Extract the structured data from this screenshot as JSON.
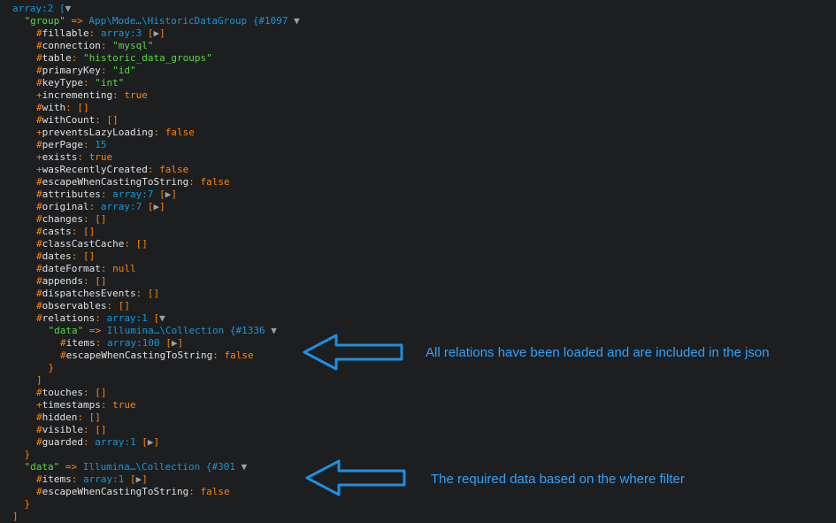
{
  "lines": [
    {
      "i": 0,
      "t": [
        [
          "n",
          "array:2 ["
        ],
        [
          "g",
          "▼"
        ]
      ]
    },
    {
      "i": 1,
      "t": [
        [
          "s",
          "\"group\""
        ],
        [
          "p",
          " => "
        ],
        [
          "t",
          "App\\Mode…\\HistoricDataGroup "
        ],
        [
          "n",
          "{#1097 "
        ],
        [
          "g",
          "▼"
        ]
      ]
    },
    {
      "i": 2,
      "t": [
        [
          "p",
          "#"
        ],
        [
          "k",
          "fillable"
        ],
        [
          "p",
          ": "
        ],
        [
          "n",
          "array:3 "
        ],
        [
          "p",
          "["
        ],
        [
          "g",
          "▶"
        ],
        [
          "p",
          "]"
        ]
      ]
    },
    {
      "i": 2,
      "t": [
        [
          "p",
          "#"
        ],
        [
          "k",
          "connection"
        ],
        [
          "p",
          ": "
        ],
        [
          "s",
          "\"mysql\""
        ]
      ]
    },
    {
      "i": 2,
      "t": [
        [
          "p",
          "#"
        ],
        [
          "k",
          "table"
        ],
        [
          "p",
          ": "
        ],
        [
          "s",
          "\"historic_data_groups\""
        ]
      ]
    },
    {
      "i": 2,
      "t": [
        [
          "p",
          "#"
        ],
        [
          "k",
          "primaryKey"
        ],
        [
          "p",
          ": "
        ],
        [
          "s",
          "\"id\""
        ]
      ]
    },
    {
      "i": 2,
      "t": [
        [
          "p",
          "#"
        ],
        [
          "k",
          "keyType"
        ],
        [
          "p",
          ": "
        ],
        [
          "s",
          "\"int\""
        ]
      ]
    },
    {
      "i": 2,
      "t": [
        [
          "p",
          "+"
        ],
        [
          "k",
          "incrementing"
        ],
        [
          "p",
          ": "
        ],
        [
          "b",
          "true"
        ]
      ]
    },
    {
      "i": 2,
      "t": [
        [
          "p",
          "#"
        ],
        [
          "k",
          "with"
        ],
        [
          "p",
          ": []"
        ]
      ]
    },
    {
      "i": 2,
      "t": [
        [
          "p",
          "#"
        ],
        [
          "k",
          "withCount"
        ],
        [
          "p",
          ": []"
        ]
      ]
    },
    {
      "i": 2,
      "t": [
        [
          "p",
          "+"
        ],
        [
          "k",
          "preventsLazyLoading"
        ],
        [
          "p",
          ": "
        ],
        [
          "b",
          "false"
        ]
      ]
    },
    {
      "i": 2,
      "t": [
        [
          "p",
          "#"
        ],
        [
          "k",
          "perPage"
        ],
        [
          "p",
          ": "
        ],
        [
          "n",
          "15"
        ]
      ]
    },
    {
      "i": 2,
      "t": [
        [
          "p",
          "+"
        ],
        [
          "k",
          "exists"
        ],
        [
          "p",
          ": "
        ],
        [
          "b",
          "true"
        ]
      ]
    },
    {
      "i": 2,
      "t": [
        [
          "p",
          "+"
        ],
        [
          "k",
          "wasRecentlyCreated"
        ],
        [
          "p",
          ": "
        ],
        [
          "b",
          "false"
        ]
      ]
    },
    {
      "i": 2,
      "t": [
        [
          "p",
          "#"
        ],
        [
          "k",
          "escapeWhenCastingToString"
        ],
        [
          "p",
          ": "
        ],
        [
          "b",
          "false"
        ]
      ]
    },
    {
      "i": 2,
      "t": [
        [
          "p",
          "#"
        ],
        [
          "k",
          "attributes"
        ],
        [
          "p",
          ": "
        ],
        [
          "n",
          "array:7 "
        ],
        [
          "p",
          "["
        ],
        [
          "g",
          "▶"
        ],
        [
          "p",
          "]"
        ]
      ]
    },
    {
      "i": 2,
      "t": [
        [
          "p",
          "#"
        ],
        [
          "k",
          "original"
        ],
        [
          "p",
          ": "
        ],
        [
          "n",
          "array:7 "
        ],
        [
          "p",
          "["
        ],
        [
          "g",
          "▶"
        ],
        [
          "p",
          "]"
        ]
      ]
    },
    {
      "i": 2,
      "t": [
        [
          "p",
          "#"
        ],
        [
          "k",
          "changes"
        ],
        [
          "p",
          ": []"
        ]
      ]
    },
    {
      "i": 2,
      "t": [
        [
          "p",
          "#"
        ],
        [
          "k",
          "casts"
        ],
        [
          "p",
          ": []"
        ]
      ]
    },
    {
      "i": 2,
      "t": [
        [
          "p",
          "#"
        ],
        [
          "k",
          "classCastCache"
        ],
        [
          "p",
          ": []"
        ]
      ]
    },
    {
      "i": 2,
      "t": [
        [
          "p",
          "#"
        ],
        [
          "k",
          "dates"
        ],
        [
          "p",
          ": []"
        ]
      ]
    },
    {
      "i": 2,
      "t": [
        [
          "p",
          "#"
        ],
        [
          "k",
          "dateFormat"
        ],
        [
          "p",
          ": "
        ],
        [
          "b",
          "null"
        ]
      ]
    },
    {
      "i": 2,
      "t": [
        [
          "p",
          "#"
        ],
        [
          "k",
          "appends"
        ],
        [
          "p",
          ": []"
        ]
      ]
    },
    {
      "i": 2,
      "t": [
        [
          "p",
          "#"
        ],
        [
          "k",
          "dispatchesEvents"
        ],
        [
          "p",
          ": []"
        ]
      ]
    },
    {
      "i": 2,
      "t": [
        [
          "p",
          "#"
        ],
        [
          "k",
          "observables"
        ],
        [
          "p",
          ": []"
        ]
      ]
    },
    {
      "i": 2,
      "t": [
        [
          "p",
          "#"
        ],
        [
          "k",
          "relations"
        ],
        [
          "p",
          ": "
        ],
        [
          "n",
          "array:1 "
        ],
        [
          "p",
          "["
        ],
        [
          "g",
          "▼"
        ]
      ]
    },
    {
      "i": 3,
      "t": [
        [
          "s",
          "\"data\""
        ],
        [
          "p",
          " => "
        ],
        [
          "t",
          "Illumina…\\Collection "
        ],
        [
          "n",
          "{#1336 "
        ],
        [
          "g",
          "▼"
        ]
      ]
    },
    {
      "i": 4,
      "t": [
        [
          "p",
          "#"
        ],
        [
          "k",
          "items"
        ],
        [
          "p",
          ": "
        ],
        [
          "n",
          "array:100 "
        ],
        [
          "p",
          "["
        ],
        [
          "g",
          "▶"
        ],
        [
          "p",
          "]"
        ]
      ]
    },
    {
      "i": 4,
      "t": [
        [
          "p",
          "#"
        ],
        [
          "k",
          "escapeWhenCastingToString"
        ],
        [
          "p",
          ": "
        ],
        [
          "b",
          "false"
        ]
      ]
    },
    {
      "i": 3,
      "t": [
        [
          "p",
          "}"
        ]
      ]
    },
    {
      "i": 2,
      "t": [
        [
          "p",
          "]"
        ]
      ]
    },
    {
      "i": 2,
      "t": [
        [
          "p",
          "#"
        ],
        [
          "k",
          "touches"
        ],
        [
          "p",
          ": []"
        ]
      ]
    },
    {
      "i": 2,
      "t": [
        [
          "p",
          "+"
        ],
        [
          "k",
          "timestamps"
        ],
        [
          "p",
          ": "
        ],
        [
          "b",
          "true"
        ]
      ]
    },
    {
      "i": 2,
      "t": [
        [
          "p",
          "#"
        ],
        [
          "k",
          "hidden"
        ],
        [
          "p",
          ": []"
        ]
      ]
    },
    {
      "i": 2,
      "t": [
        [
          "p",
          "#"
        ],
        [
          "k",
          "visible"
        ],
        [
          "p",
          ": []"
        ]
      ]
    },
    {
      "i": 2,
      "t": [
        [
          "p",
          "#"
        ],
        [
          "k",
          "guarded"
        ],
        [
          "p",
          ": "
        ],
        [
          "n",
          "array:1 "
        ],
        [
          "p",
          "["
        ],
        [
          "g",
          "▶"
        ],
        [
          "p",
          "]"
        ]
      ]
    },
    {
      "i": 1,
      "t": [
        [
          "p",
          "}"
        ]
      ]
    },
    {
      "i": 1,
      "t": [
        [
          "s",
          "\"data\""
        ],
        [
          "p",
          " => "
        ],
        [
          "t",
          "Illumina…\\Collection "
        ],
        [
          "n",
          "{#301 "
        ],
        [
          "g",
          "▼"
        ]
      ]
    },
    {
      "i": 2,
      "t": [
        [
          "p",
          "#"
        ],
        [
          "k",
          "items"
        ],
        [
          "p",
          ": "
        ],
        [
          "n",
          "array:1 "
        ],
        [
          "p",
          "["
        ],
        [
          "g",
          "▶"
        ],
        [
          "p",
          "]"
        ]
      ]
    },
    {
      "i": 2,
      "t": [
        [
          "p",
          "#"
        ],
        [
          "k",
          "escapeWhenCastingToString"
        ],
        [
          "p",
          ": "
        ],
        [
          "b",
          "false"
        ]
      ]
    },
    {
      "i": 1,
      "t": [
        [
          "p",
          "}"
        ]
      ]
    },
    {
      "i": 0,
      "t": [
        [
          "p",
          "]"
        ]
      ]
    }
  ],
  "annotations": {
    "relations_note": "All relations have been loaded and are included in the json",
    "data_note": "The required  data based on the where filter"
  },
  "colors": {
    "arrow": "#1d8fe0",
    "annotation_text": "#2ea3ff"
  }
}
